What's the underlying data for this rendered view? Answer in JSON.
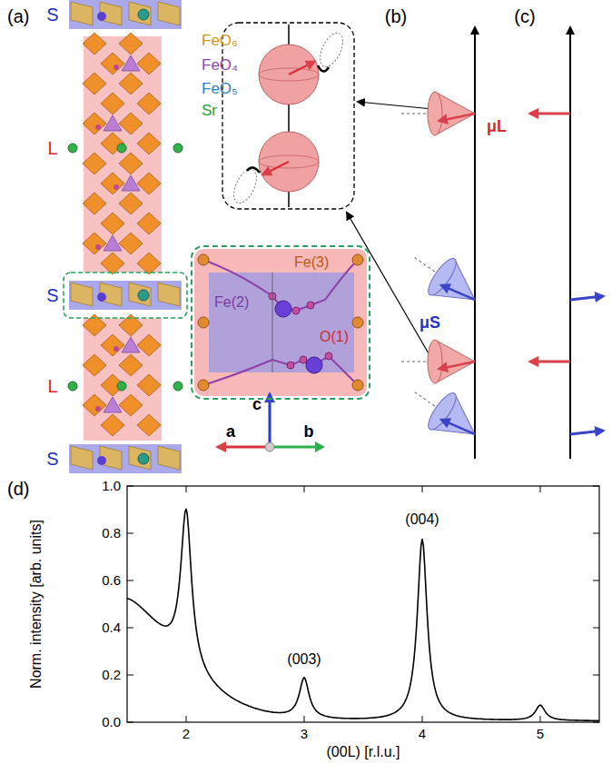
{
  "diagram": {
    "nodes": [
      {
        "text": [
          "Fe(3)",
          "Fe(2)",
          "O(1)"
        ]
      }
    ],
    "labels": [
      "(a)",
      "S",
      "L",
      "S",
      "L",
      "S",
      "FeO₆",
      "FeO₄",
      "FeO₅",
      "Sr",
      "(b)",
      "(c)",
      "μL",
      "μS",
      "c",
      "a",
      "b",
      "(d)",
      "0.0",
      "0.2",
      "0.4",
      "0.6",
      "0.8",
      "1.0",
      "2",
      "3",
      "4",
      "5",
      "(00L) [r.l.u.]",
      "Norm. intensity [arb. units]",
      "(003)",
      "(004)"
    ]
  }
}
